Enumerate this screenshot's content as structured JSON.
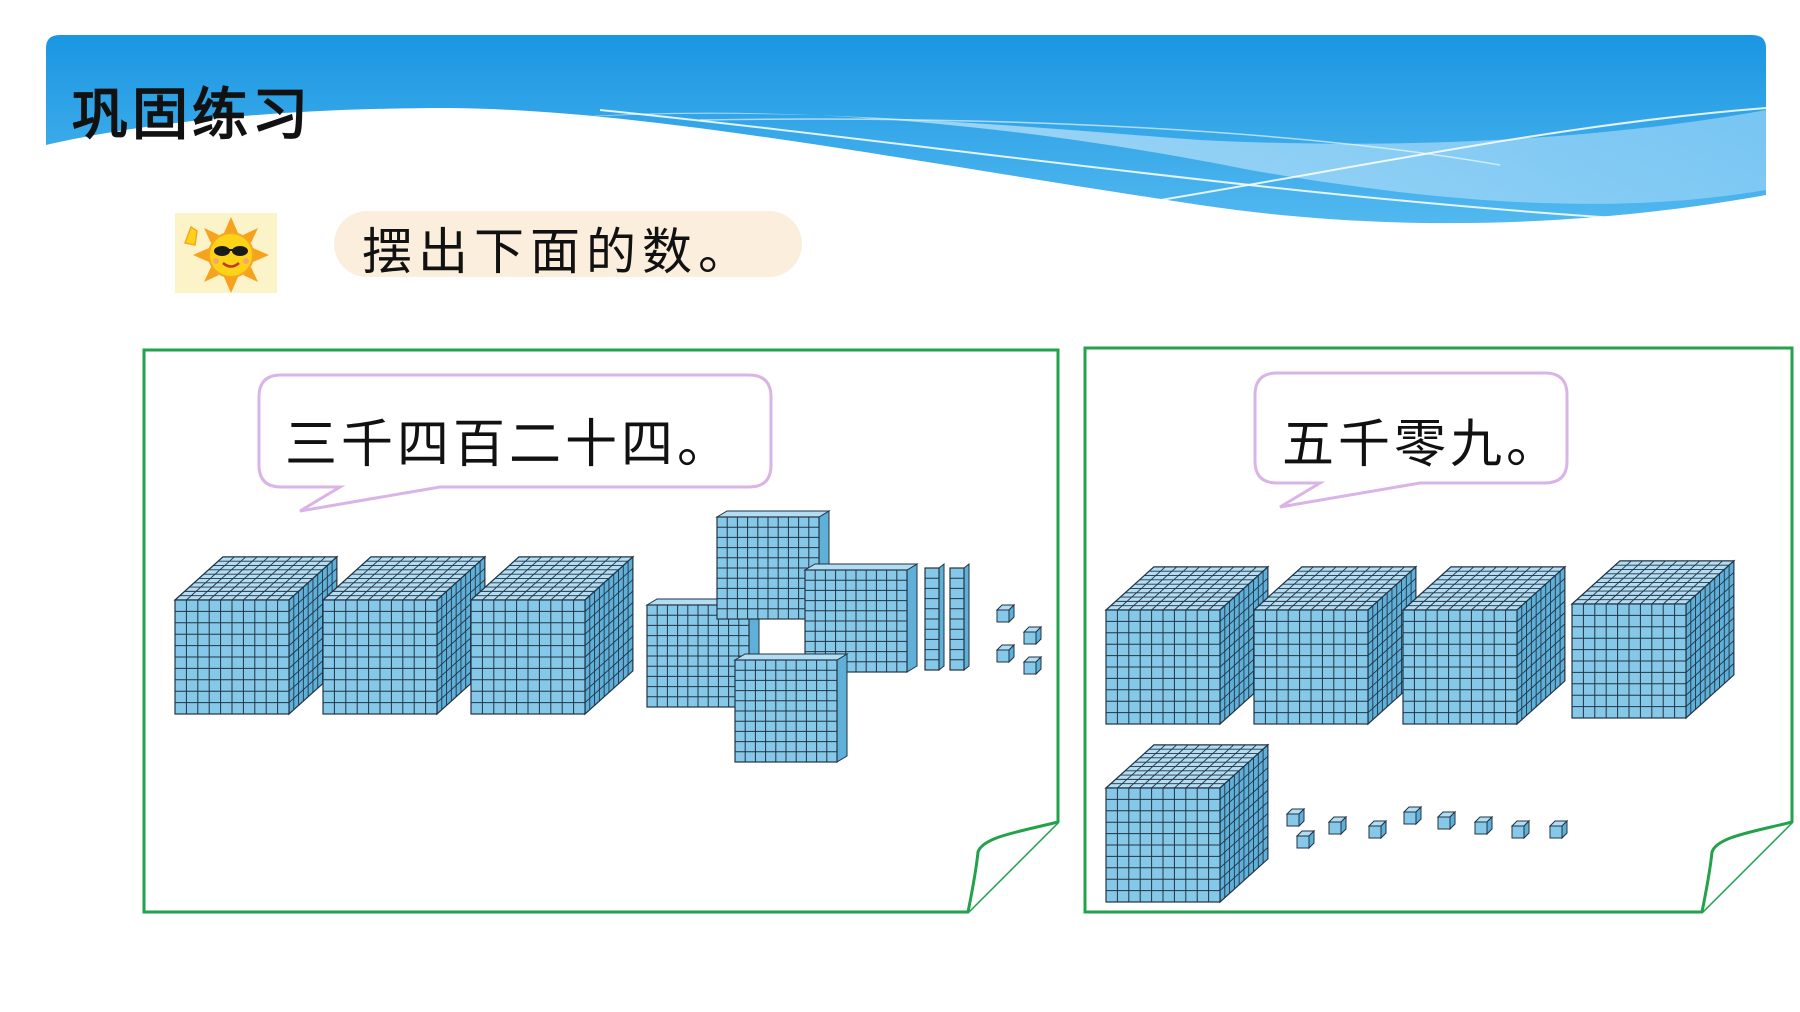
{
  "header": {
    "title": "巩固练习"
  },
  "instruction": {
    "text": "摆出下面的数。",
    "icon": "sun-with-sunglasses-icon"
  },
  "panels": [
    {
      "bubble_text": "三千四百二十四。",
      "blocks": {
        "thousands": 3,
        "hundreds": 4,
        "tens": 2,
        "ones": 4
      }
    },
    {
      "bubble_text": "五千零九。",
      "blocks": {
        "thousands": 5,
        "hundreds": 0,
        "tens": 0,
        "ones": 9
      }
    }
  ],
  "colors": {
    "banner_blue": "#1a96e2",
    "panel_border": "#22a24a",
    "block_front": "#86c8e8",
    "block_top": "#b2ddf2",
    "block_side": "#5fb0d8",
    "bubble_border": "#dab4e6",
    "instruction_pill": "#fbeedd"
  }
}
